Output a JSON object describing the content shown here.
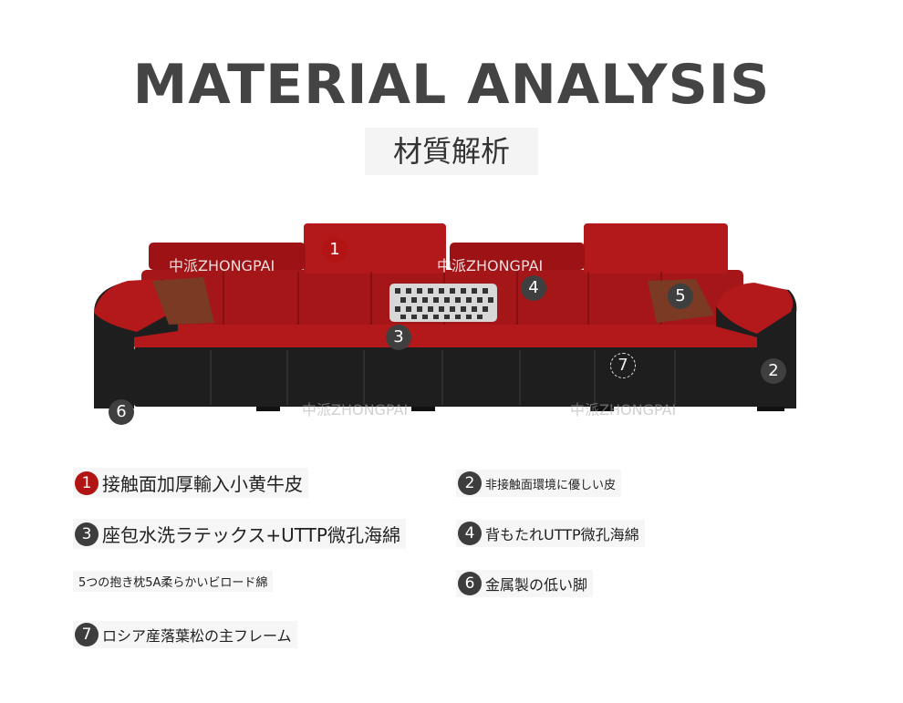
{
  "header": {
    "title": "MATERIAL ANALYSIS",
    "subtitle": "材質解析"
  },
  "image": {
    "watermarks": [
      "中派ZHONGPAI",
      "中派ZHONGPAI",
      "中派ZHONGPAI",
      "中派ZHONGPAI"
    ],
    "markers": [
      "1",
      "2",
      "3",
      "4",
      "5",
      "6",
      "7"
    ]
  },
  "features": [
    {
      "num": "1",
      "text": "接触面加厚輸入小黄牛皮"
    },
    {
      "num": "2",
      "text": "非接触面環境に優しい皮"
    },
    {
      "num": "3",
      "text": "座包水洗ラテックス+UTTP微孔海綿"
    },
    {
      "num": "4",
      "text": "背もたれUTTP微孔海綿"
    },
    {
      "num": "",
      "text": "5つの抱き枕5A柔らかいビロード綿"
    },
    {
      "num": "6",
      "text": "金属製の低い脚"
    },
    {
      "num": "7",
      "text": "ロシア産落葉松の主フレーム"
    }
  ],
  "colors": {
    "title": "#444444",
    "leather_red": "#b3191b",
    "leather_black": "#1e1e1e",
    "marker_dark": "#3f3f3f",
    "marker_red": "#b21414"
  }
}
